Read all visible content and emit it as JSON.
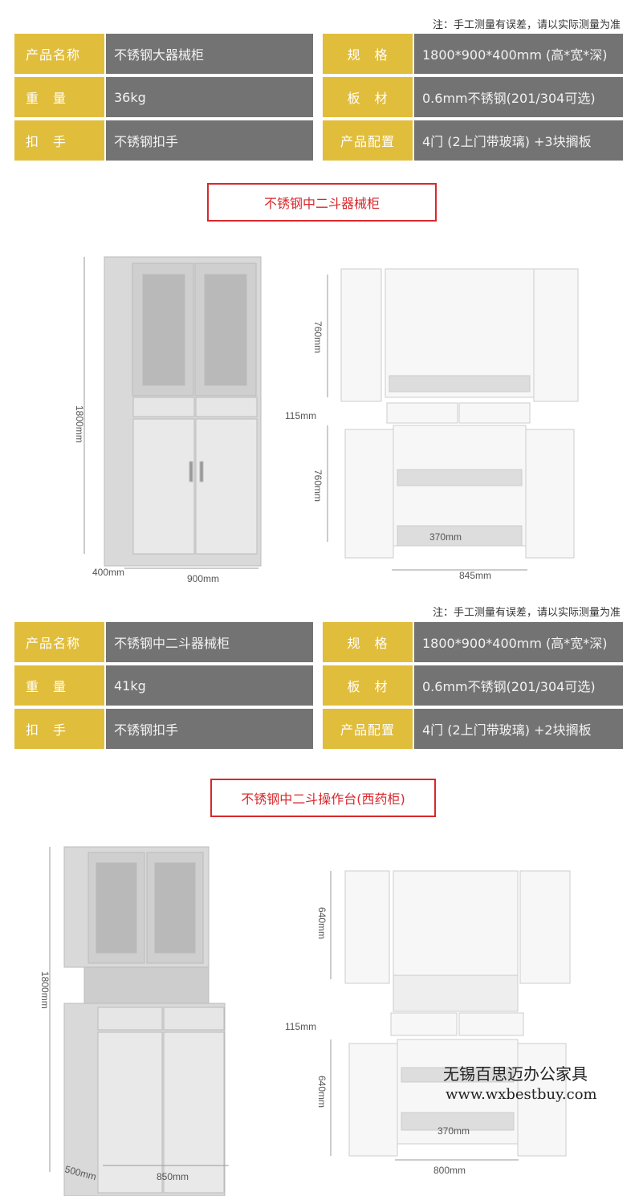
{
  "note": "注：手工测量有误差，请以实际测量为准",
  "products": [
    {
      "rows": [
        {
          "k1": "产品名称",
          "v1": "不锈钢大器械柜",
          "k2": "规　格",
          "v2": "1800*900*400mm (高*宽*深)"
        },
        {
          "k1": "重　量",
          "v1": "36kg",
          "k2": "板　材",
          "v2": "0.6mm不锈钢(201/304可选)"
        },
        {
          "k1": "扣　手",
          "v1": "不锈钢扣手",
          "k2": "产品配置",
          "v2": "4门 (2上门带玻璃) +3块搁板"
        }
      ]
    },
    {
      "rows": [
        {
          "k1": "产品名称",
          "v1": "不锈钢中二斗器械柜",
          "k2": "规　格",
          "v2": "1800*900*400mm (高*宽*深)"
        },
        {
          "k1": "重　量",
          "v1": "41kg",
          "k2": "板　材",
          "v2": "0.6mm不锈钢(201/304可选)"
        },
        {
          "k1": "扣　手",
          "v1": "不锈钢扣手",
          "k2": "产品配置",
          "v2": "4门 (2上门带玻璃) +2块搁板"
        }
      ]
    }
  ],
  "section1": {
    "title": "不锈钢中二斗器械柜",
    "height": "1800mm",
    "depth": "400mm",
    "width": "900mm",
    "upper": "760mm",
    "drawer": "115mm",
    "lower": "760mm",
    "inner": "370mm",
    "inner_width": "845mm"
  },
  "section2": {
    "title": "不锈钢中二斗操作台(西药柜)",
    "height": "1800mm",
    "depth": "500mm",
    "width": "850mm",
    "upper": "640mm",
    "drawer": "115mm",
    "lower": "640mm",
    "inner": "370mm",
    "inner_width": "800mm"
  },
  "watermark": {
    "company": "无锡百思迈办公家具",
    "url": "www.wxbestbuy.com"
  }
}
